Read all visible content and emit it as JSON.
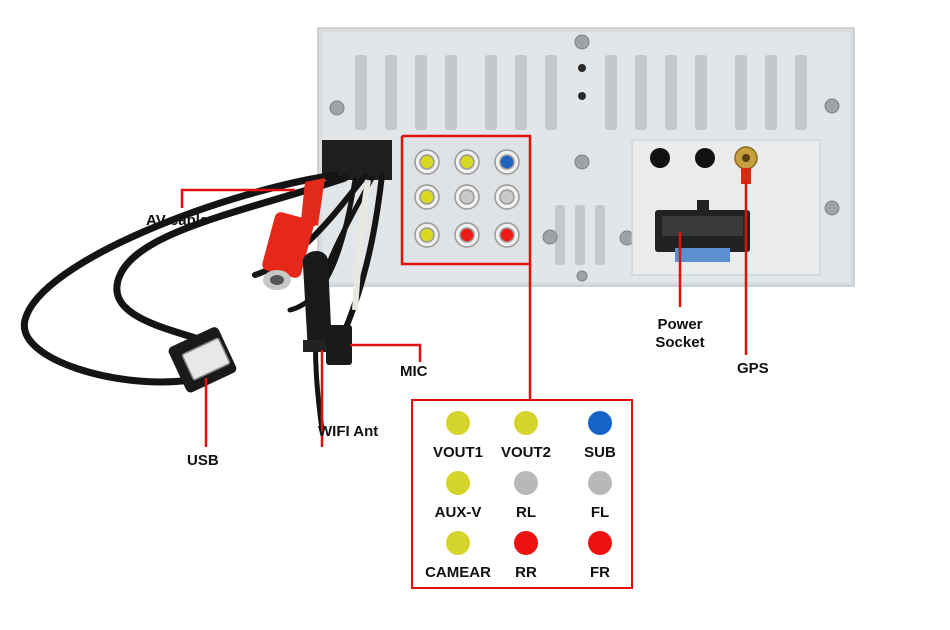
{
  "labels": {
    "av_cable": "AV cable",
    "usb": "USB",
    "wifi_ant": "WIFI Ant",
    "mic": "MIC",
    "power_socket_line1": "Power",
    "power_socket_line2": "Socket",
    "gps": "GPS"
  },
  "legend": [
    {
      "label": "VOUT1",
      "color": "#d4d42a"
    },
    {
      "label": "VOUT2",
      "color": "#d4d42a"
    },
    {
      "label": "SUB",
      "color": "#1565c8"
    },
    {
      "label": "AUX-V",
      "color": "#d4d42a"
    },
    {
      "label": "RL",
      "color": "#b8b8b8"
    },
    {
      "label": "FL",
      "color": "#b8b8b8"
    },
    {
      "label": "CAMEAR",
      "color": "#d4d42a"
    },
    {
      "label": "RR",
      "color": "#ee1111"
    },
    {
      "label": "FR",
      "color": "#ee1111"
    }
  ],
  "colors": {
    "callout_line": "#e01010",
    "chassis": "#dadde0",
    "cable": "#151515"
  }
}
